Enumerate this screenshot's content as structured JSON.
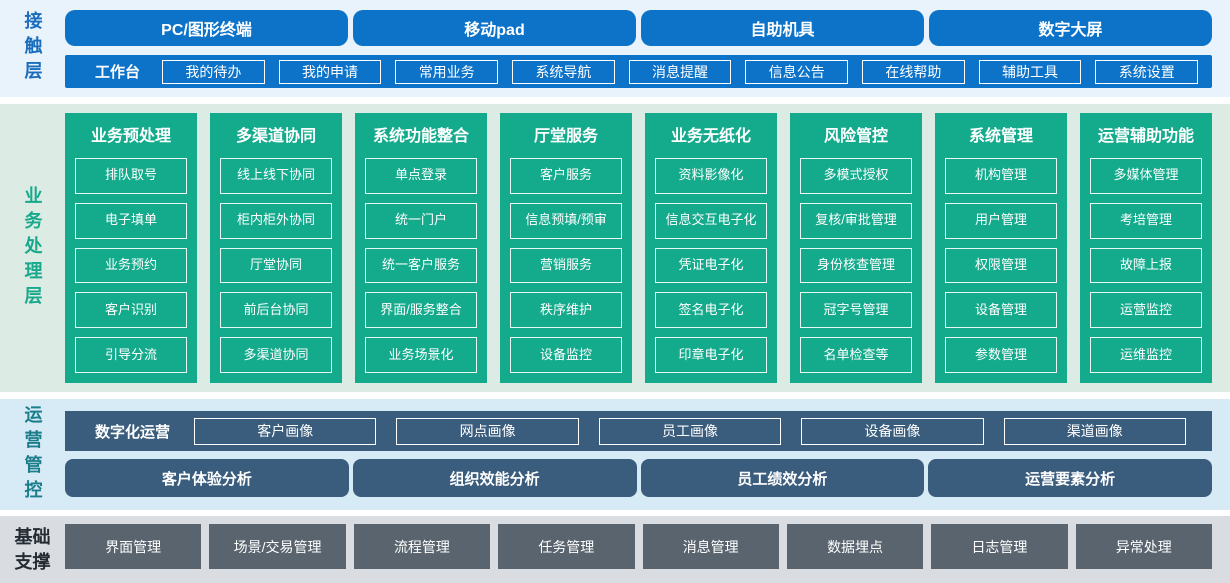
{
  "layers": {
    "contact": {
      "label": "接触层",
      "terminals": [
        "PC/图形终端",
        "移动pad",
        "自助机具",
        "数字大屏"
      ],
      "workbench": {
        "label": "工作台",
        "items": [
          "我的待办",
          "我的申请",
          "常用业务",
          "系统导航",
          "消息提醒",
          "信息公告",
          "在线帮助",
          "辅助工具",
          "系统设置"
        ]
      }
    },
    "business": {
      "label": "业务处理层",
      "columns": [
        {
          "title": "业务预处理",
          "items": [
            "排队取号",
            "电子填单",
            "业务预约",
            "客户识别",
            "引导分流"
          ]
        },
        {
          "title": "多渠道协同",
          "items": [
            "线上线下协同",
            "柜内柜外协同",
            "厅堂协同",
            "前后台协同",
            "多渠道协同"
          ]
        },
        {
          "title": "系统功能整合",
          "items": [
            "单点登录",
            "统一门户",
            "统一客户服务",
            "界面/服务整合",
            "业务场景化"
          ]
        },
        {
          "title": "厅堂服务",
          "items": [
            "客户服务",
            "信息预填/预审",
            "营销服务",
            "秩序维护",
            "设备监控"
          ]
        },
        {
          "title": "业务无纸化",
          "items": [
            "资料影像化",
            "信息交互电子化",
            "凭证电子化",
            "签名电子化",
            "印章电子化"
          ]
        },
        {
          "title": "风险管控",
          "items": [
            "多模式授权",
            "复核/审批管理",
            "身份核查管理",
            "冠字号管理",
            "名单检查等"
          ]
        },
        {
          "title": "系统管理",
          "items": [
            "机构管理",
            "用户管理",
            "权限管理",
            "设备管理",
            "参数管理"
          ]
        },
        {
          "title": "运营辅助功能",
          "items": [
            "多媒体管理",
            "考培管理",
            "故障上报",
            "运营监控",
            "运维监控"
          ]
        }
      ]
    },
    "operations": {
      "label": "运营管控",
      "digital": {
        "label": "数字化运营",
        "items": [
          "客户画像",
          "网点画像",
          "员工画像",
          "设备画像",
          "渠道画像"
        ]
      },
      "analysis": [
        "客户体验分析",
        "组织效能分析",
        "员工绩效分析",
        "运营要素分析"
      ]
    },
    "foundation": {
      "label": "基础支撑",
      "items": [
        "界面管理",
        "场景/交易管理",
        "流程管理",
        "任务管理",
        "消息管理",
        "数据埋点",
        "日志管理",
        "异常处理"
      ]
    }
  },
  "colors": {
    "primary_blue": "#0d73c9",
    "green": "#14ab8c",
    "slate_blue": "#3a5c7d",
    "dark_gray": "#59646e",
    "band_contact_bg": "#e9f3fc",
    "band_business_bg": "#dcebe4",
    "band_operations_bg": "#d7ebf7",
    "band_foundation_bg": "#d9dce0",
    "label_contact": "#1a6dbd",
    "label_business": "#18a98c",
    "label_operations": "#1c7e8a",
    "label_foundation": "#242b33"
  }
}
